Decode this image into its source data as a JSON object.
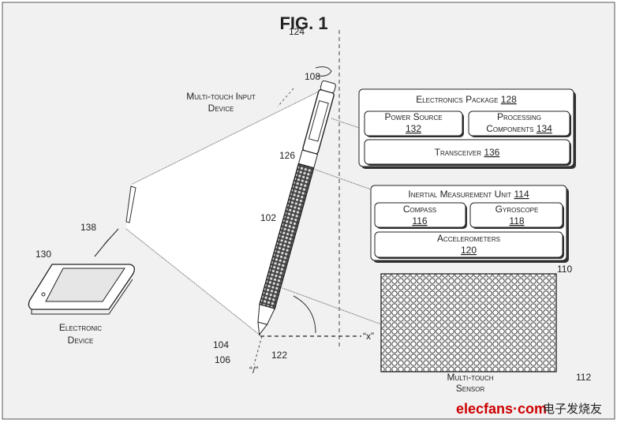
{
  "title": "FIG. 1",
  "pen_label": [
    "Multi-touch Input",
    "Device"
  ],
  "device_label": [
    "Electronic",
    "Device"
  ],
  "sensor_label": [
    "Multi-touch",
    "Sensor"
  ],
  "refs": {
    "r124": "124",
    "r108": "108",
    "r126": "126",
    "r102": "102",
    "r138": "138",
    "r130": "130",
    "r104": "104",
    "r106": "106",
    "r122": "122",
    "r110": "110",
    "r112": "112"
  },
  "axes": {
    "x": "“x”",
    "l": "“/”"
  },
  "electronics": {
    "title": "Electronics Package",
    "num": "128",
    "power": "Power Source",
    "power_num": "132",
    "processing": "Processing",
    "processing2": "Components",
    "processing_num": "134",
    "transceiver": "Transceiver",
    "transceiver_num": "136"
  },
  "imu": {
    "title": "Inertial Measurement Unit",
    "num": "114",
    "compass": "Compass",
    "compass_num": "116",
    "gyro": "Gyroscope",
    "gyro_num": "118",
    "accel": "Accelerometers",
    "accel_num": "120"
  },
  "watermark": {
    "brand": "elecfans",
    "dot": "·",
    "com": "com",
    "cn": "电子发烧友"
  }
}
